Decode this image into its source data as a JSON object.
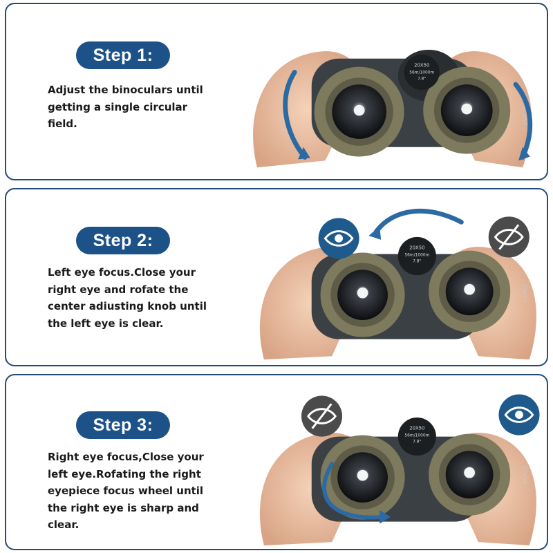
{
  "steps": [
    {
      "label": "Step 1:",
      "text": "Adjust the binoculars until\ngetting a single circular\nfield.",
      "binocular_markings": [
        "20X50",
        "56m/1000m",
        "7.8°"
      ],
      "side_marking": "20x50"
    },
    {
      "label": "Step 2:",
      "text": "Left eye focus.Close your\nright eye and rofate the\ncenter adiusting knob until\nthe left eye is clear.",
      "binocular_markings": [
        "20X50",
        "56m/1000m",
        "7.8°"
      ],
      "side_marking": "20x50",
      "icons": [
        "eye-open-icon",
        "eye-closed-icon"
      ]
    },
    {
      "label": "Step 3:",
      "text": "Right eye focus,Close your\nleft eye.Rofating the right\neyepiece focus wheel until\nthe right eye is sharp and\nclear.",
      "binocular_markings": [
        "20X50",
        "56m/1000m",
        "7.8°"
      ],
      "side_marking": "20x50",
      "icons": [
        "eye-closed-icon",
        "eye-open-icon"
      ]
    }
  ],
  "colors": {
    "border": "#234a7a",
    "pill": "#1d5288",
    "arrow": "#2c6aa4",
    "eye_open_bg": "#1f5a8c",
    "eye_closed_bg": "#4b4b4b",
    "binocular_body": "#3b4044",
    "eyecup": "#7d7a5e",
    "skin": "#f0c4a6"
  }
}
